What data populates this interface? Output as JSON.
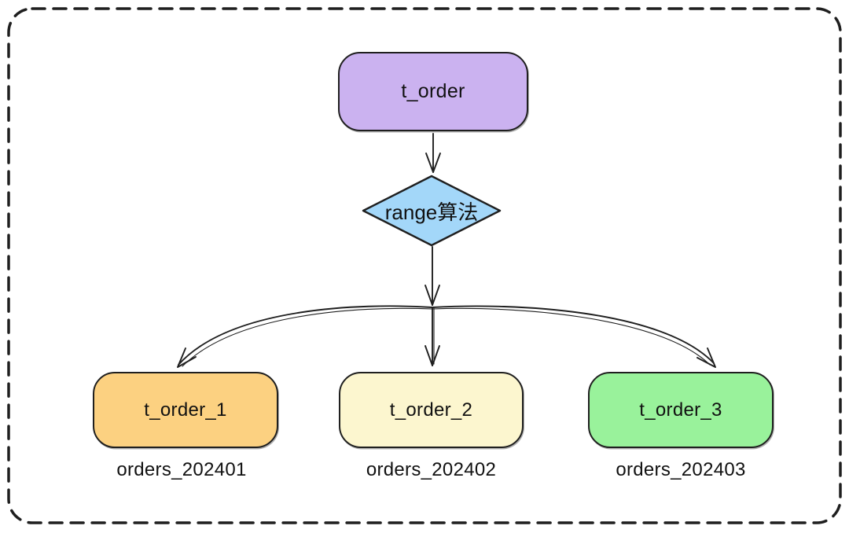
{
  "diagram": {
    "title_hint": "table sharding by range",
    "background_color": "#ffffff",
    "stroke_color": "#1f1f1f",
    "root": {
      "label": "t_order",
      "fill": "#cbb2f0"
    },
    "decision": {
      "label": "range算法",
      "fill": "#a3d7f9"
    },
    "shards": [
      {
        "label": "t_order_1",
        "sublabel": "orders_202401",
        "fill": "#fcd181"
      },
      {
        "label": "t_order_2",
        "sublabel": "orders_202402",
        "fill": "#fcf6cf"
      },
      {
        "label": "t_order_3",
        "sublabel": "orders_202403",
        "fill": "#99f29b"
      }
    ]
  }
}
